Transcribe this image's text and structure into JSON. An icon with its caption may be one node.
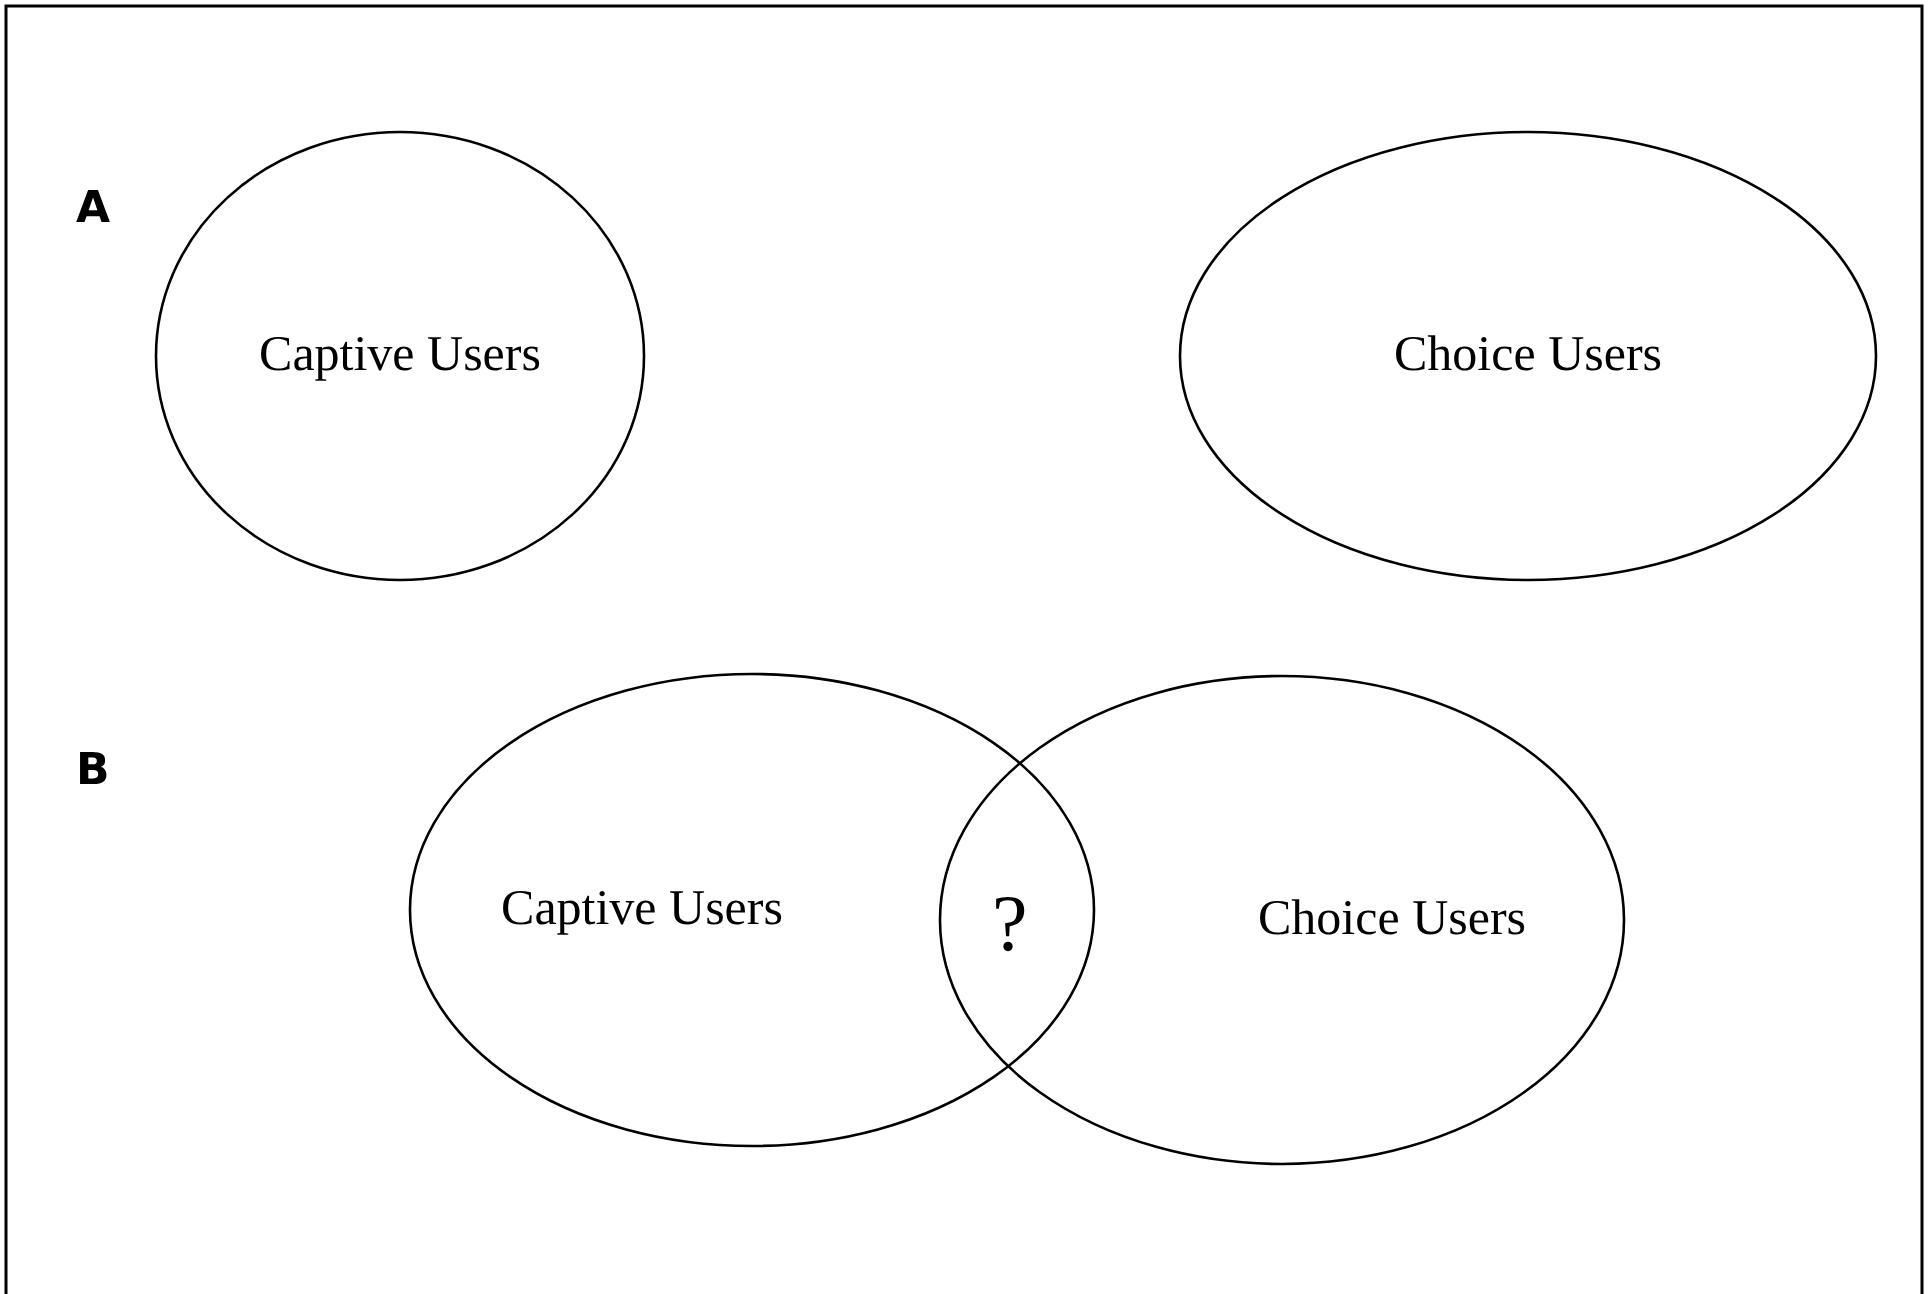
{
  "diagram": {
    "nodes": [
      {
        "text": [
          "Captive Users"
        ]
      },
      {
        "text": [
          "Choice Users"
        ]
      },
      {
        "text": [
          "Captive Users"
        ]
      },
      {
        "text": [
          "Choice Users"
        ]
      }
    ],
    "labels": [
      "A",
      "B",
      "?"
    ]
  }
}
